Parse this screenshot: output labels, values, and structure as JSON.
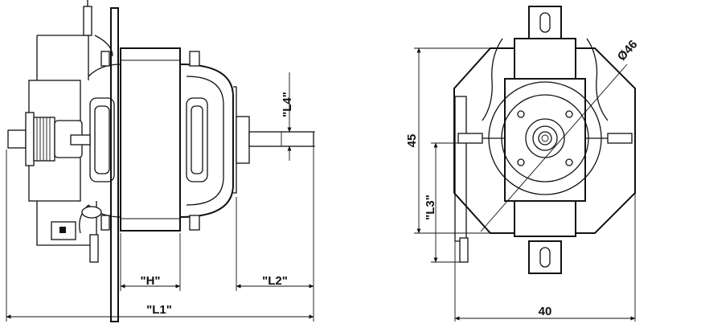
{
  "labels": {
    "L1": "\"L1\"",
    "L2": "\"L2\"",
    "L3": "\"L3\"",
    "L4": "\"L4\"",
    "H": "\"H\"",
    "dim_45": "45",
    "dim_40": "40",
    "dim_diameter": "Ø46"
  }
}
